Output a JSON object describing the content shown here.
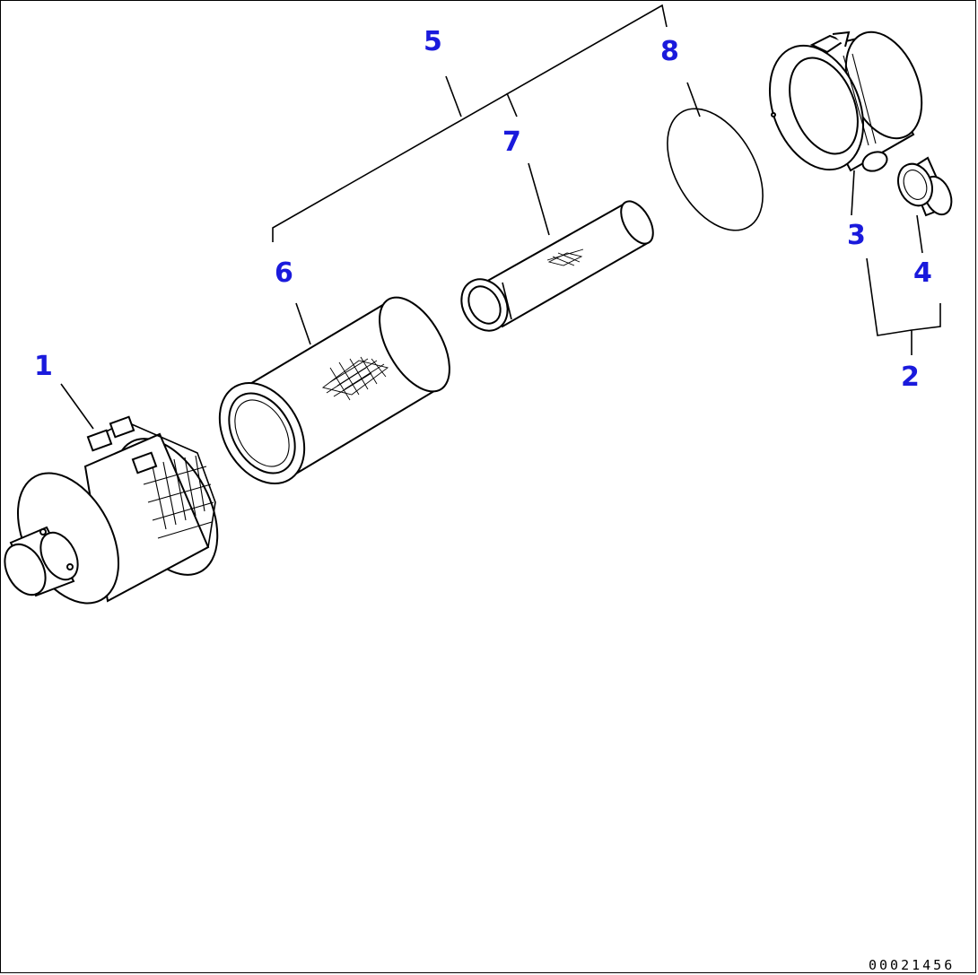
{
  "diagram": {
    "callouts": [
      {
        "id": "1",
        "label": "1"
      },
      {
        "id": "2",
        "label": "2"
      },
      {
        "id": "3",
        "label": "3"
      },
      {
        "id": "4",
        "label": "4"
      },
      {
        "id": "5",
        "label": "5"
      },
      {
        "id": "6",
        "label": "6"
      },
      {
        "id": "7",
        "label": "7"
      },
      {
        "id": "8",
        "label": "8"
      }
    ],
    "drawing_number": "00021456",
    "colors": {
      "callout": "#1a1adc",
      "line": "#000000",
      "background": "#ffffff"
    }
  }
}
